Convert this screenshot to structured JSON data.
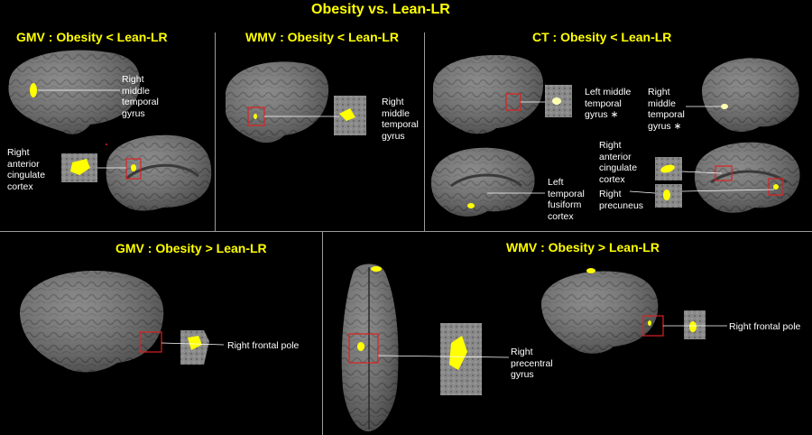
{
  "title": "Obesity vs. Lean-LR",
  "panels": {
    "gmv_lt": {
      "title": "GMV : Obesity < Lean-LR",
      "labels": [
        "Right\nmiddle\ntemporal\ngyrus",
        "Right\nanterior\ncingulate\ncortex"
      ]
    },
    "wmv_lt": {
      "title": "WMV : Obesity < Lean-LR",
      "labels": [
        "Right\nmiddle\ntemporal\ngyrus"
      ]
    },
    "ct_lt": {
      "title": "CT : Obesity < Lean-LR",
      "labels": [
        "Left middle\ntemporal\ngyrus ∗",
        "Right\nmiddle\ntemporal\ngyrus ∗",
        "Right\nanterior\ncingulate\ncortex",
        "Left\ntemporal\nfusiform\ncortex",
        "Right\nprecuneus"
      ]
    },
    "gmv_gt": {
      "title": "GMV : Obesity > Lean-LR",
      "labels": [
        "Right frontal pole"
      ]
    },
    "wmv_gt": {
      "title": "WMV : Obesity > Lean-LR",
      "labels": [
        "Right\nprecentral\ngyrus",
        "Right frontal pole"
      ]
    }
  },
  "colors": {
    "title": "#ffff00",
    "highlight_box": "#e02020",
    "activation": "#ffff00",
    "brain": "#6e6e6e",
    "divider": "#9a9a9a",
    "leader_line": "#ffffff"
  }
}
